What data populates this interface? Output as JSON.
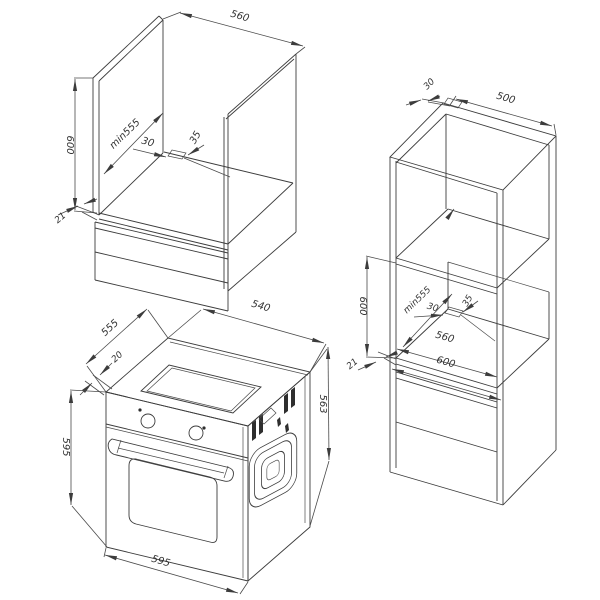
{
  "views": {
    "base_cabinet": {
      "dims": {
        "top_width": "560",
        "side_height": "600",
        "depth_min": "min555",
        "rear_gap_a": "30",
        "rear_gap_b": "35",
        "panel_thickness": "21"
      }
    },
    "tall_cabinet": {
      "dims": {
        "top_rear_gap": "30",
        "top_depth": "500",
        "niche_height": "600",
        "depth_min": "min555",
        "rear_gap_a": "30",
        "rear_gap_b": "35",
        "niche_width": "560",
        "outer_width": "600",
        "panel_thickness": "21"
      }
    },
    "oven": {
      "dims": {
        "top_width": "540",
        "top_depth": "555",
        "front_lip": "20",
        "body_height": "563",
        "front_height": "595",
        "front_width": "595"
      }
    }
  }
}
